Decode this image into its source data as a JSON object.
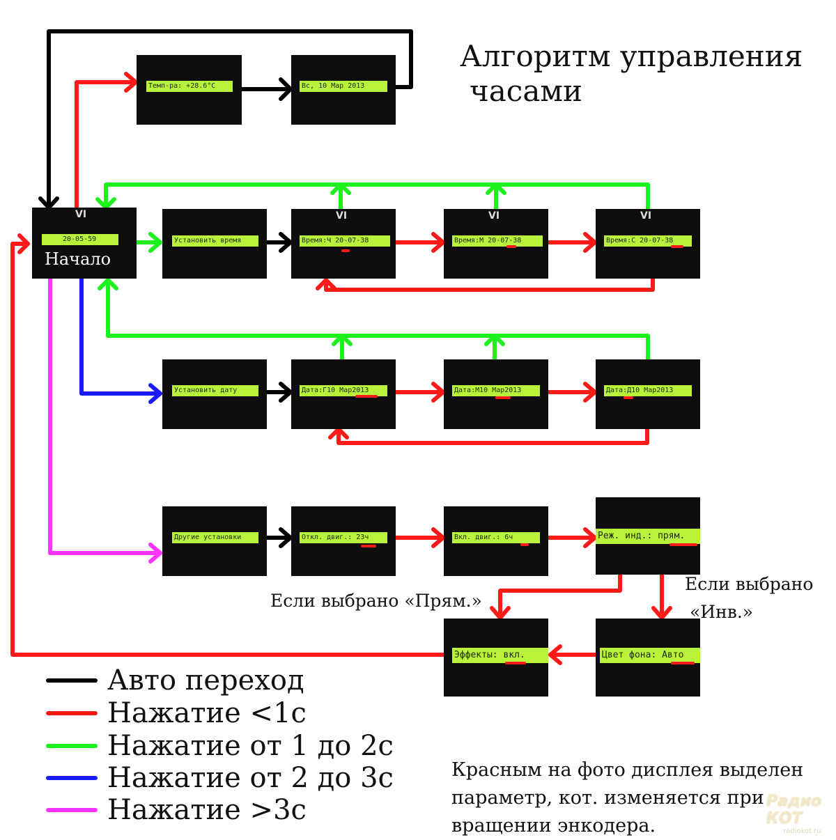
{
  "title": {
    "line1": "Алгоритм управления",
    "line2": "часами"
  },
  "start_label": "Начало",
  "displays": {
    "start": "20-05-59",
    "start_hand": "VI",
    "temp": "Темп-ра: +28.6°C",
    "date_auto": "Вс, 10 Мар 2013",
    "set_time": "Установить время",
    "time_h": "Время:Ч 20-07-38",
    "time_m": "Время:М 20-07-38",
    "time_s": "Время:С 20-07-38",
    "set_date": "Установить дату",
    "date_y": "Дата:Г10 Мар2013",
    "date_m": "Дата:М10 Мар2013",
    "date_d": "Дата:Д10 Мар2013",
    "other": "Другие установки",
    "motor_off": "Откл. двиг.: 23ч",
    "motor_on": "Вкл. двиг.:   6ч",
    "mode": "Реж. инд.: прям.",
    "effects": "Эффекты: вкл.",
    "bgcolor": "Цвет фона: Авто",
    "hand": "VI"
  },
  "conditions": {
    "direct": "Если выбрано «Прям.»",
    "inverse_1": "Если выбрано",
    "inverse_2": "«Инв.»"
  },
  "legend": [
    {
      "label": "Авто переход",
      "color": "#000000"
    },
    {
      "label": "Нажатие <1с",
      "color": "#ff1a1a"
    },
    {
      "label": "Нажатие от 1 до 2с",
      "color": "#1ef01e"
    },
    {
      "label": "Нажатие от 2 до 3с",
      "color": "#1a1aff"
    },
    {
      "label": "Нажатие >3с",
      "color": "#ff33ff"
    }
  ],
  "note": {
    "line1": "Красным на фото дисплея выделен",
    "line2": "параметр, кот. изменяется при",
    "line3": "вращении энкодера."
  },
  "watermark": {
    "line1": "Радио КОТ",
    "line2": "radiokot.ru"
  }
}
